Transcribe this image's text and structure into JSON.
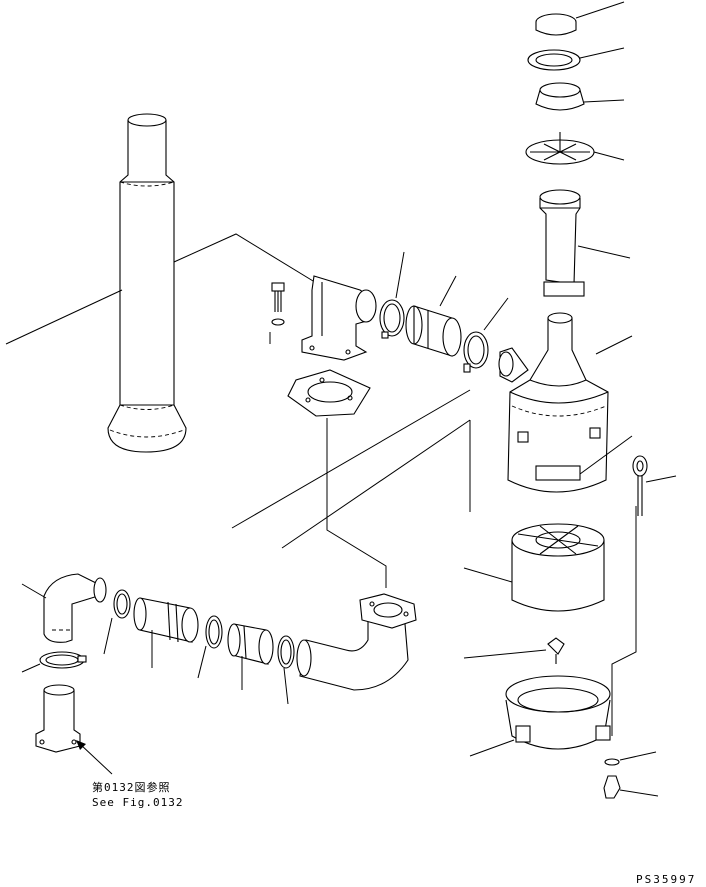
{
  "reference": {
    "japanese": "第0132図参照",
    "english": "See Fig.0132"
  },
  "drawing_number": "PS35997"
}
